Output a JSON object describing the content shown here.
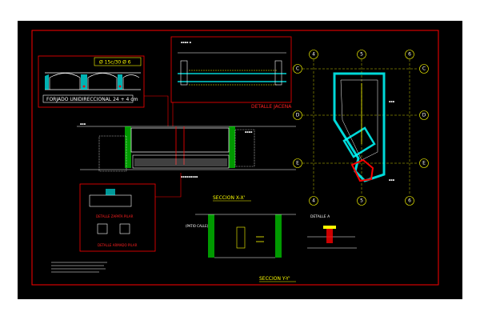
{
  "drawing": {
    "colors": {
      "background": "#000000",
      "outer_band": "#ffffff",
      "frame": "#ff0000",
      "title": "#ffff00",
      "linework": "#ffffff",
      "hatch": "#00ffff",
      "wall": "#00ff00",
      "dimension": "#ffff00",
      "accent": "#ff2020",
      "grid": "#ffff00"
    },
    "forjado": {
      "rebar_label": "Ø 15c/30 Ø 6",
      "caption": "FORJADO UNIDIRECCIONAL 24 + 4 cm"
    },
    "viga_detail": {
      "caption": "DETALLE JACENA"
    },
    "section_xx": {
      "title": "SECCION X-X'"
    },
    "section_yy": {
      "title": "SECCION Y-Y'",
      "note": "(PATIO CALLE)"
    },
    "zapata_detail": {
      "caption_1": "DETALLE ZAPATA PILAR",
      "caption_2": "DETALLE ARMADO PILAR"
    },
    "detail_a": {
      "title": "DETALLE A"
    },
    "plan": {
      "column_axes": [
        "4",
        "5",
        "6"
      ],
      "row_axes": [
        "C",
        "D",
        "E"
      ]
    }
  }
}
